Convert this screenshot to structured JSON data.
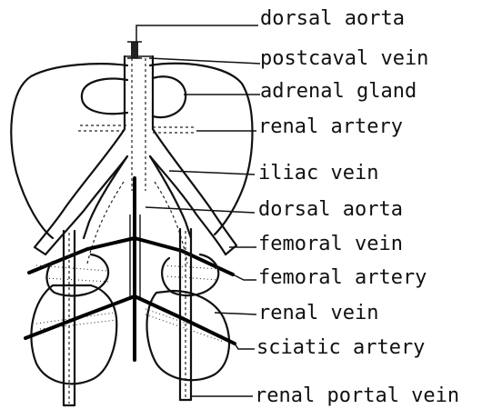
{
  "labels": {
    "dorsal_aorta_top": "dorsal aorta",
    "postcaval_vein": "postcaval vein",
    "adrenal_gland": "adrenal gland",
    "renal_artery": "renal artery",
    "iliac_vein": "iliac vein",
    "dorsal_aorta_mid": "dorsal aorta",
    "femoral_vein": "femoral vein",
    "femoral_artery": "femoral artery",
    "renal_vein": "renal vein",
    "sciatic_artery": "sciatic artery",
    "renal_portal_vein": "renal portal vein"
  }
}
